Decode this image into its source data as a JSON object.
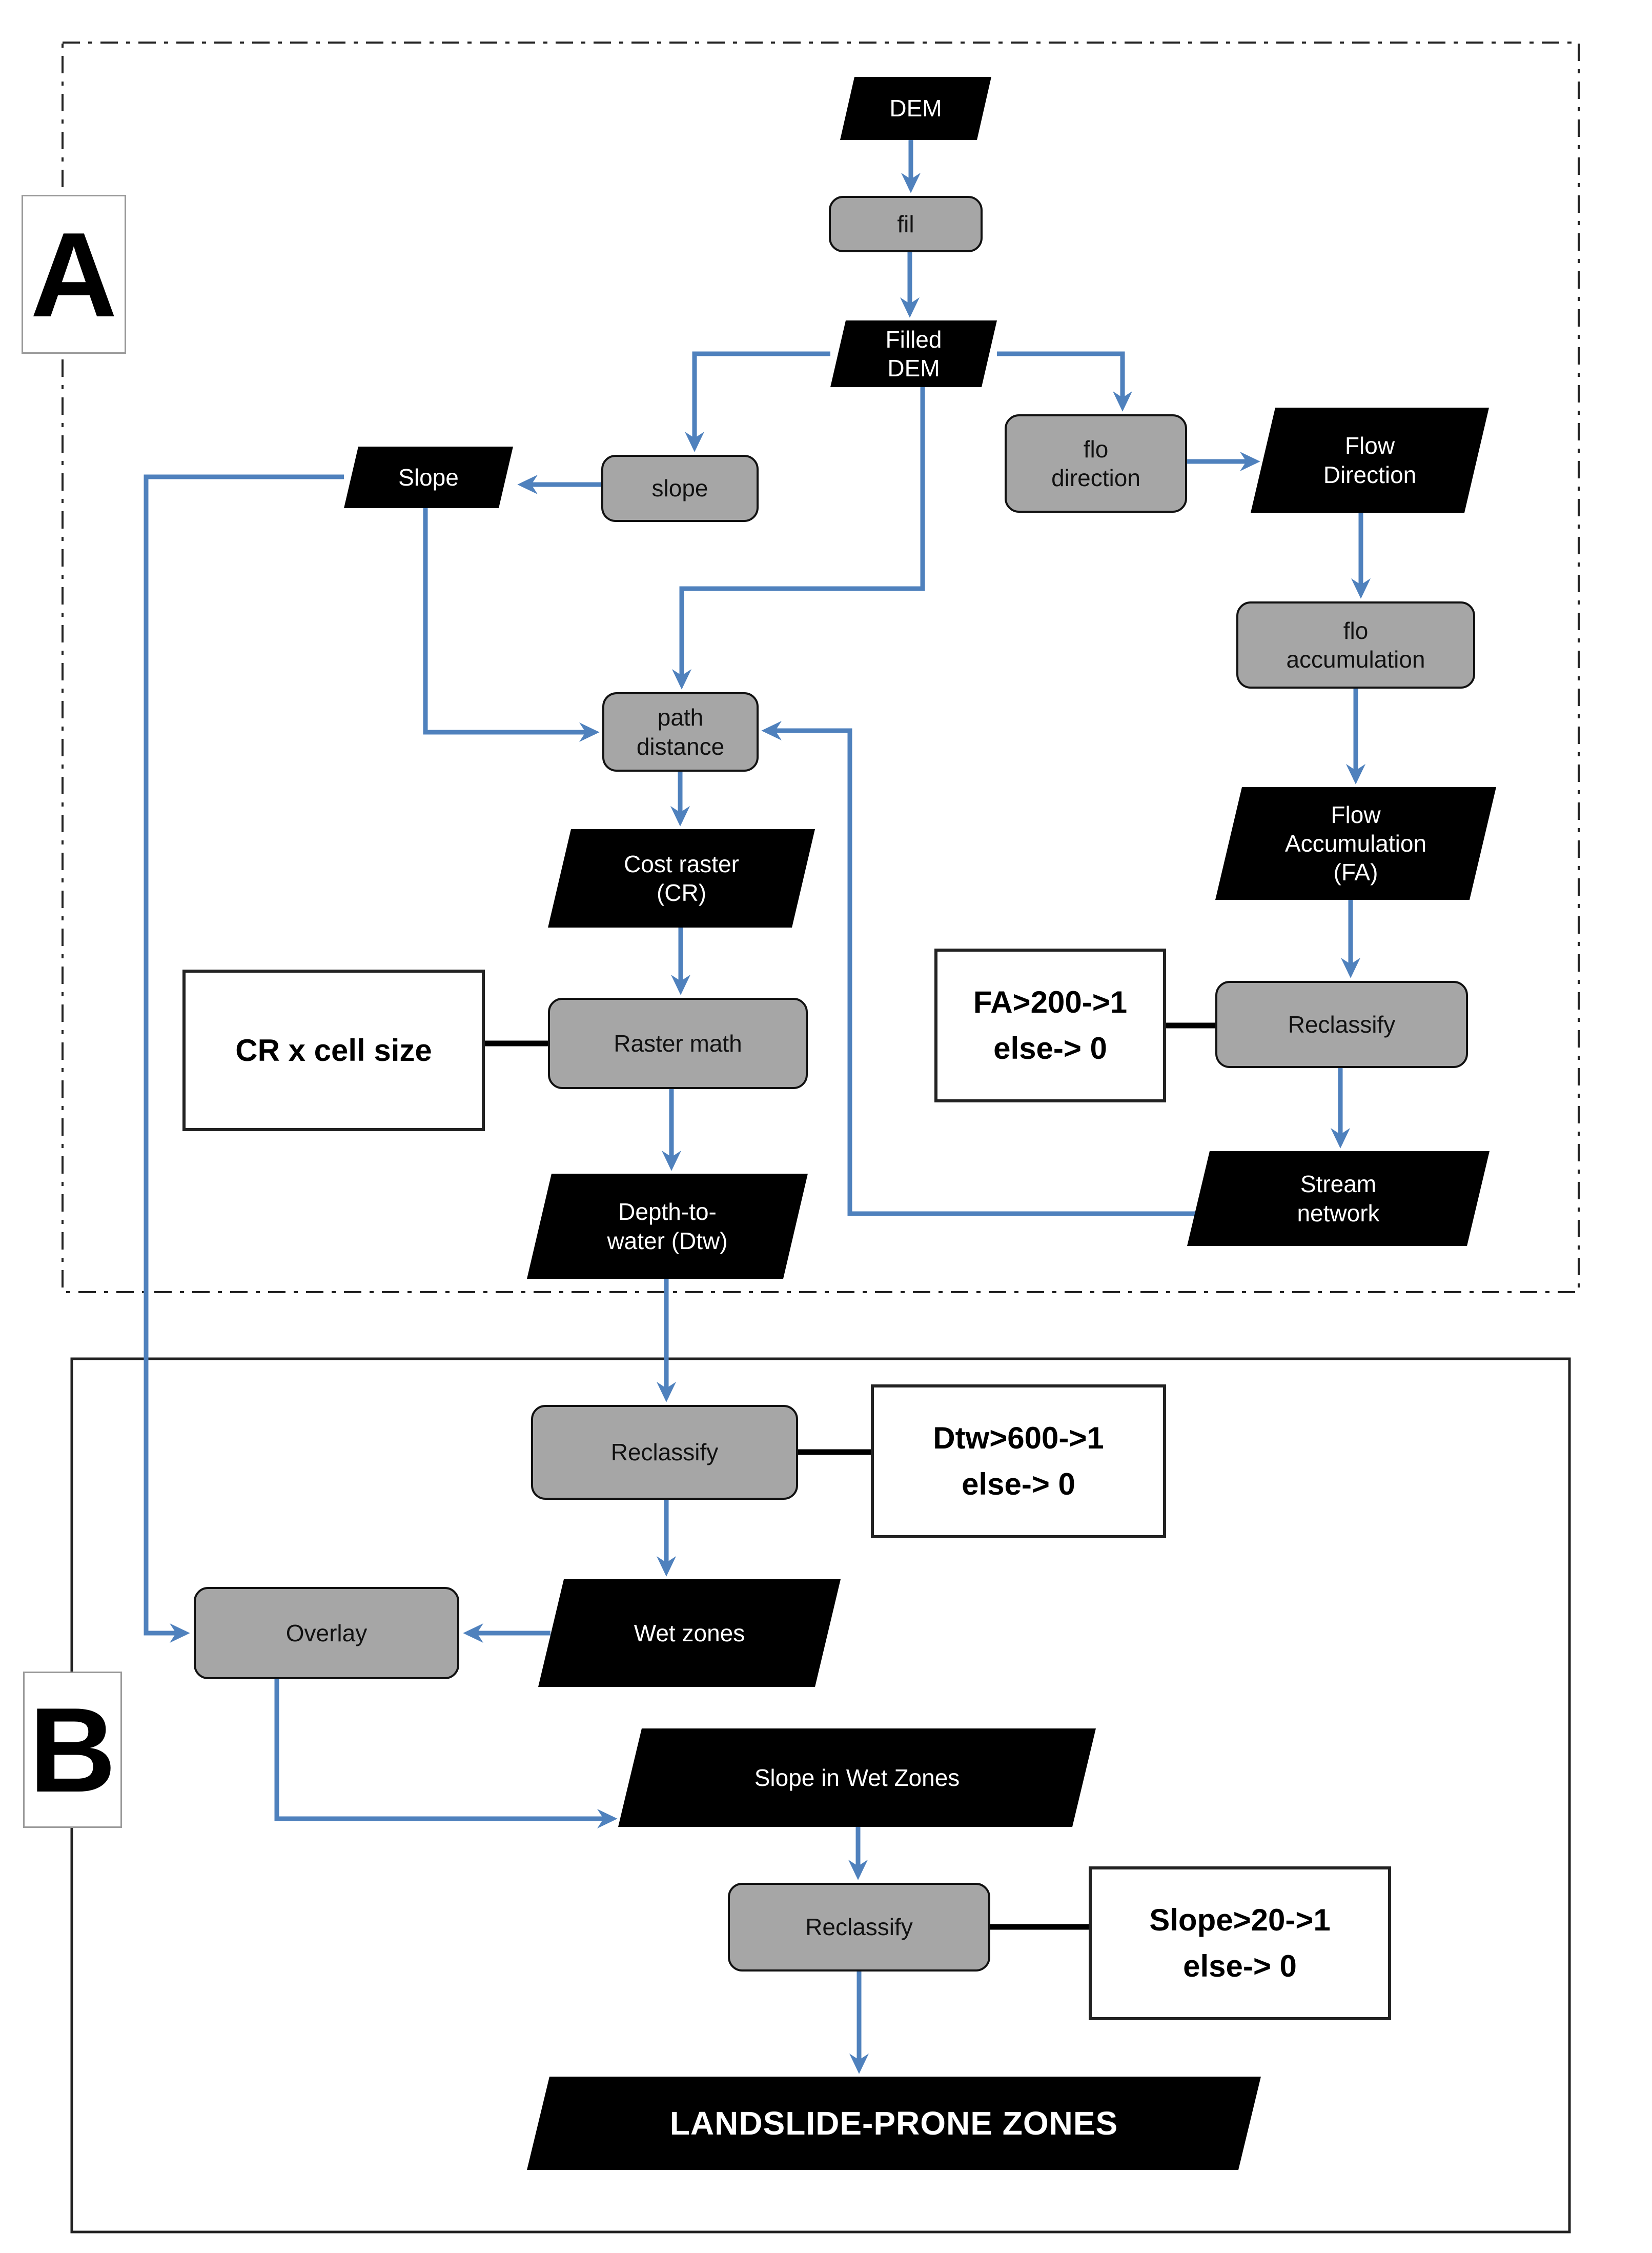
{
  "diagram": {
    "section_a_label": "A",
    "section_b_label": "B",
    "colors": {
      "arrow_blue": "#4f81bd",
      "process_gray": "#a6a6a6",
      "data_black": "#000000",
      "background": "#ffffff"
    }
  },
  "nodes": {
    "dem": {
      "label": "DEM",
      "type": "data"
    },
    "fil": {
      "label": "fil",
      "type": "process"
    },
    "filled_dem": {
      "label": "Filled\nDEM",
      "type": "data"
    },
    "slope_tool": {
      "label": "slope",
      "type": "process"
    },
    "slope_data": {
      "label": "Slope",
      "type": "data"
    },
    "flow_direction_tool": {
      "label": "flo\ndirection",
      "type": "process"
    },
    "flow_direction_data": {
      "label": "Flow\nDirection",
      "type": "data"
    },
    "flow_accumulation_tool": {
      "label": "flo\naccumulation",
      "type": "process"
    },
    "flow_accumulation_data": {
      "label": "Flow\nAccumulation\n(FA)",
      "type": "data"
    },
    "reclassify_fa": {
      "label": "Reclassify",
      "type": "process"
    },
    "fa_condition": {
      "label": "FA>200->1\nelse-> 0",
      "type": "condition"
    },
    "stream_network": {
      "label": "Stream\nnetwork",
      "type": "data"
    },
    "path_distance": {
      "label": "path\ndistance",
      "type": "process"
    },
    "cost_raster": {
      "label": "Cost raster\n(CR)",
      "type": "data"
    },
    "raster_math": {
      "label": "Raster math",
      "type": "process"
    },
    "cr_condition": {
      "label": "CR x cell size",
      "type": "condition"
    },
    "dtw": {
      "label": "Depth-to-\nwater (Dtw)",
      "type": "data"
    },
    "reclassify_dtw": {
      "label": "Reclassify",
      "type": "process"
    },
    "dtw_condition": {
      "label": "Dtw>600->1\nelse-> 0",
      "type": "condition"
    },
    "wet_zones": {
      "label": "Wet zones",
      "type": "data"
    },
    "overlay": {
      "label": "Overlay",
      "type": "process"
    },
    "slope_wet_zones": {
      "label": "Slope in Wet Zones",
      "type": "data"
    },
    "reclassify_slope": {
      "label": "Reclassify",
      "type": "process"
    },
    "slope_condition": {
      "label": "Slope>20->1\nelse-> 0",
      "type": "condition"
    },
    "landslide": {
      "label": "LANDSLIDE-PRONE ZONES",
      "type": "data"
    }
  },
  "edges": [
    {
      "from": "dem",
      "to": "fil",
      "style": "arrow-blue"
    },
    {
      "from": "fil",
      "to": "filled_dem",
      "style": "arrow-blue"
    },
    {
      "from": "filled_dem",
      "to": "slope_tool",
      "style": "arrow-blue"
    },
    {
      "from": "slope_tool",
      "to": "slope_data",
      "style": "arrow-blue"
    },
    {
      "from": "filled_dem",
      "to": "flow_direction_tool",
      "style": "arrow-blue"
    },
    {
      "from": "flow_direction_tool",
      "to": "flow_direction_data",
      "style": "arrow-blue"
    },
    {
      "from": "flow_direction_data",
      "to": "flow_accumulation_tool",
      "style": "arrow-blue"
    },
    {
      "from": "flow_accumulation_tool",
      "to": "flow_accumulation_data",
      "style": "arrow-blue"
    },
    {
      "from": "flow_accumulation_data",
      "to": "reclassify_fa",
      "style": "arrow-blue"
    },
    {
      "from": "fa_condition",
      "to": "reclassify_fa",
      "style": "link-black"
    },
    {
      "from": "reclassify_fa",
      "to": "stream_network",
      "style": "arrow-blue"
    },
    {
      "from": "stream_network",
      "to": "path_distance",
      "style": "arrow-blue"
    },
    {
      "from": "slope_data",
      "to": "path_distance",
      "style": "arrow-blue"
    },
    {
      "from": "filled_dem",
      "to": "path_distance",
      "style": "arrow-blue"
    },
    {
      "from": "path_distance",
      "to": "cost_raster",
      "style": "arrow-blue"
    },
    {
      "from": "cost_raster",
      "to": "raster_math",
      "style": "arrow-blue"
    },
    {
      "from": "cr_condition",
      "to": "raster_math",
      "style": "link-black"
    },
    {
      "from": "raster_math",
      "to": "dtw",
      "style": "arrow-blue"
    },
    {
      "from": "dtw",
      "to": "reclassify_dtw",
      "style": "arrow-blue"
    },
    {
      "from": "reclassify_dtw",
      "to": "dtw_condition",
      "style": "link-black"
    },
    {
      "from": "reclassify_dtw",
      "to": "wet_zones",
      "style": "arrow-blue"
    },
    {
      "from": "wet_zones",
      "to": "overlay",
      "style": "arrow-blue"
    },
    {
      "from": "slope_data",
      "to": "overlay",
      "style": "arrow-blue"
    },
    {
      "from": "overlay",
      "to": "slope_wet_zones",
      "style": "arrow-blue"
    },
    {
      "from": "slope_wet_zones",
      "to": "reclassify_slope",
      "style": "arrow-blue"
    },
    {
      "from": "reclassify_slope",
      "to": "slope_condition",
      "style": "link-black"
    },
    {
      "from": "reclassify_slope",
      "to": "landslide",
      "style": "arrow-blue"
    }
  ]
}
